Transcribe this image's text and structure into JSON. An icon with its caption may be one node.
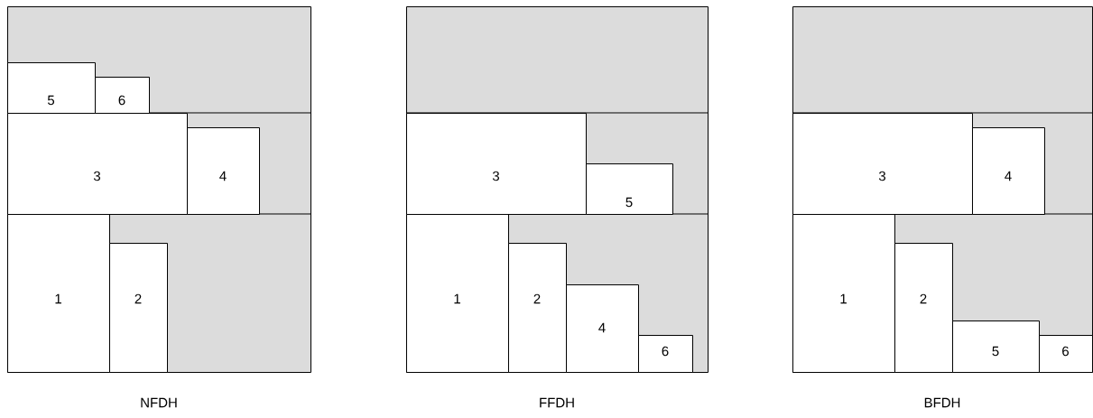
{
  "diagram": {
    "nodes": [
      {
        "text": [
          "NFDH"
        ]
      },
      {
        "text": [
          "1"
        ],
        "in": 0
      },
      {
        "text": [
          "2"
        ],
        "in": 0
      },
      {
        "text": [
          "3"
        ],
        "in": 0
      },
      {
        "text": [
          "4"
        ],
        "in": 0
      },
      {
        "text": [
          "5"
        ],
        "in": 0
      },
      {
        "text": [
          "6"
        ],
        "in": 0
      },
      {
        "text": [
          "FFDH"
        ]
      },
      {
        "text": [
          "1"
        ],
        "in": 7
      },
      {
        "text": [
          "2"
        ],
        "in": 7
      },
      {
        "text": [
          "3"
        ],
        "in": 7
      },
      {
        "text": [
          "4"
        ],
        "in": 7
      },
      {
        "text": [
          "5"
        ],
        "in": 7
      },
      {
        "text": [
          "6"
        ],
        "in": 7
      },
      {
        "text": [
          "BFDH"
        ]
      },
      {
        "text": [
          "1"
        ],
        "in": 14
      },
      {
        "text": [
          "2"
        ],
        "in": 14
      },
      {
        "text": [
          "3"
        ],
        "in": 14
      },
      {
        "text": [
          "4"
        ],
        "in": 14
      },
      {
        "text": [
          "5"
        ],
        "in": 14
      },
      {
        "text": [
          "6"
        ],
        "in": 14
      }
    ]
  }
}
